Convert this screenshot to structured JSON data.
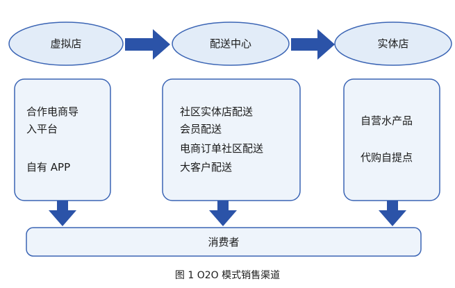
{
  "colors": {
    "ellipse_fill": "#e2ecf8",
    "box_fill": "#eef4fb",
    "outline": "#3a64b4",
    "arrow": "#2b53a8"
  },
  "top_nodes": [
    {
      "label": "虚拟店"
    },
    {
      "label": "配送中心"
    },
    {
      "label": "实体店"
    }
  ],
  "channel_boxes": [
    {
      "lines": [
        "合作电商导",
        "入平台",
        "",
        "自有 APP"
      ]
    },
    {
      "lines": [
        "社区实体店配送",
        "会员配送",
        "电商订单社区配送",
        "大客户配送"
      ]
    },
    {
      "lines": [
        "自营水产品",
        "",
        "代购自提点"
      ]
    }
  ],
  "bottom_node": {
    "label": "消费者"
  },
  "caption": "图 1  O2O 模式销售渠道"
}
